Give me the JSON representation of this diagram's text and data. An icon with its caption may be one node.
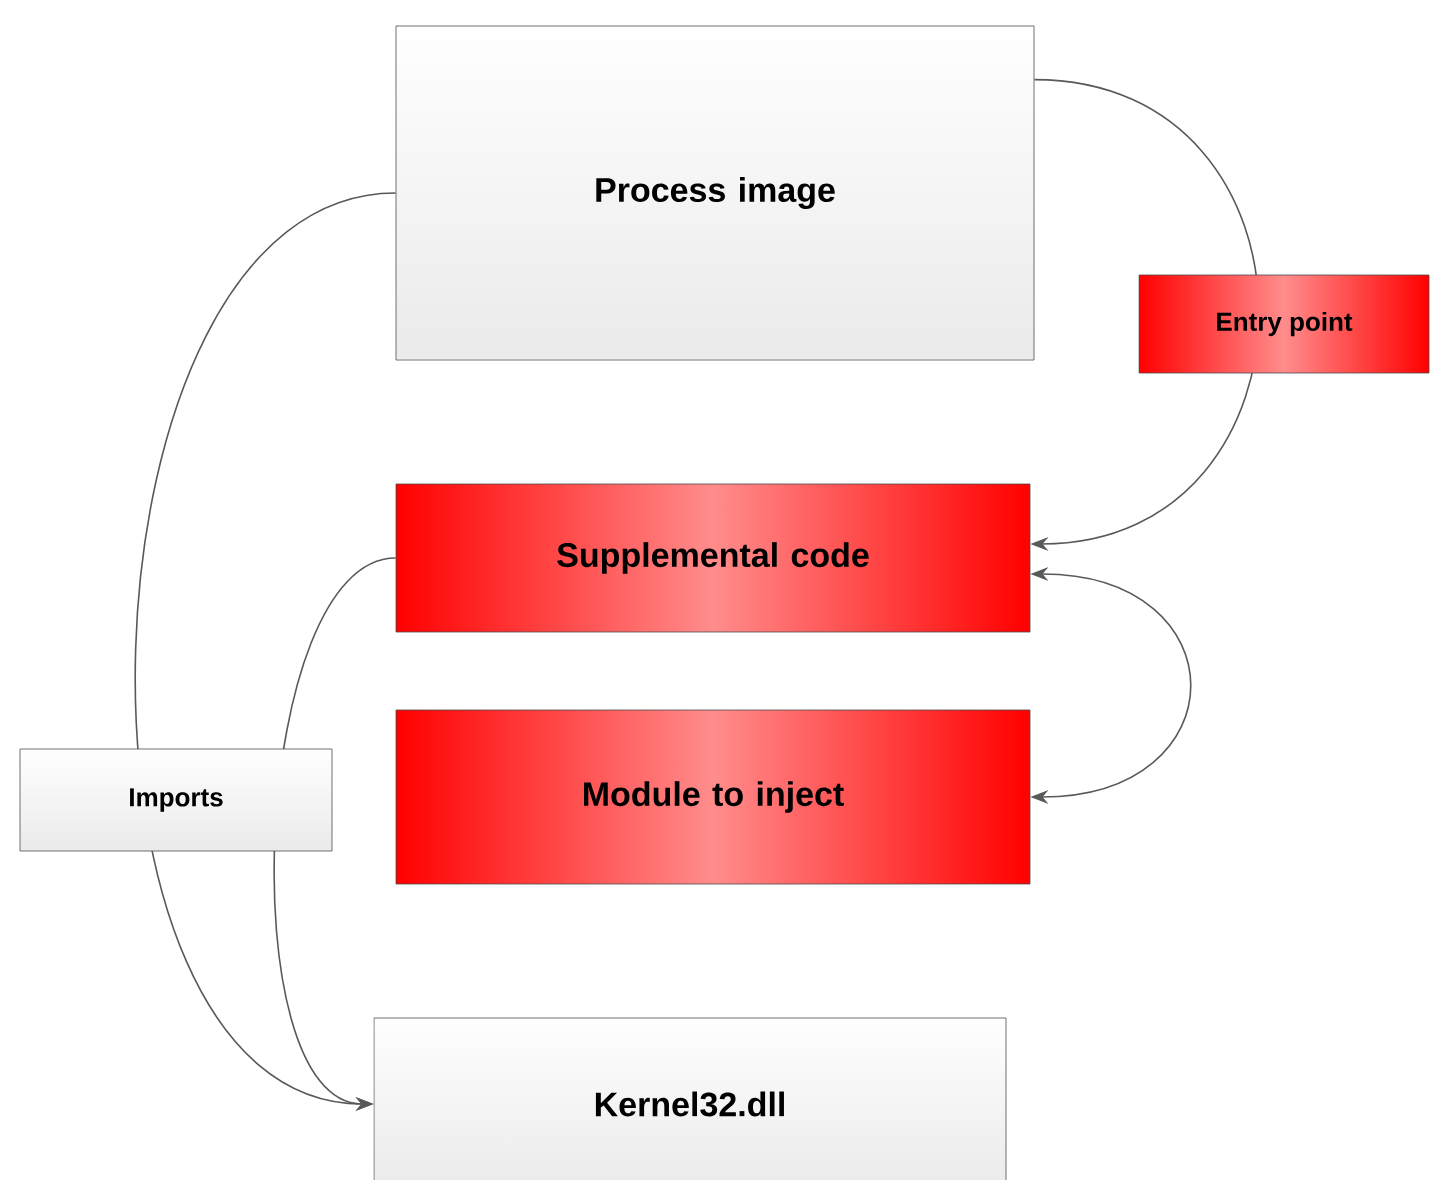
{
  "diagram": {
    "nodes": [
      {
        "text": [
          "Process image"
        ]
      },
      {
        "text": [
          "Supplemental code"
        ]
      },
      {
        "text": [
          "Module to inject"
        ]
      },
      {
        "text": [
          "Kernel32.dll"
        ]
      }
    ],
    "edges": [
      {
        "from": 0,
        "to": 1,
        "arrow": "to",
        "label": "Entry point"
      },
      {
        "from": 0,
        "to": 3,
        "arrow": "to",
        "label": "Imports"
      },
      {
        "from": 1,
        "to": 3,
        "arrow": "to"
      },
      {
        "from": 1,
        "to": 2,
        "arrow": "both"
      }
    ]
  }
}
